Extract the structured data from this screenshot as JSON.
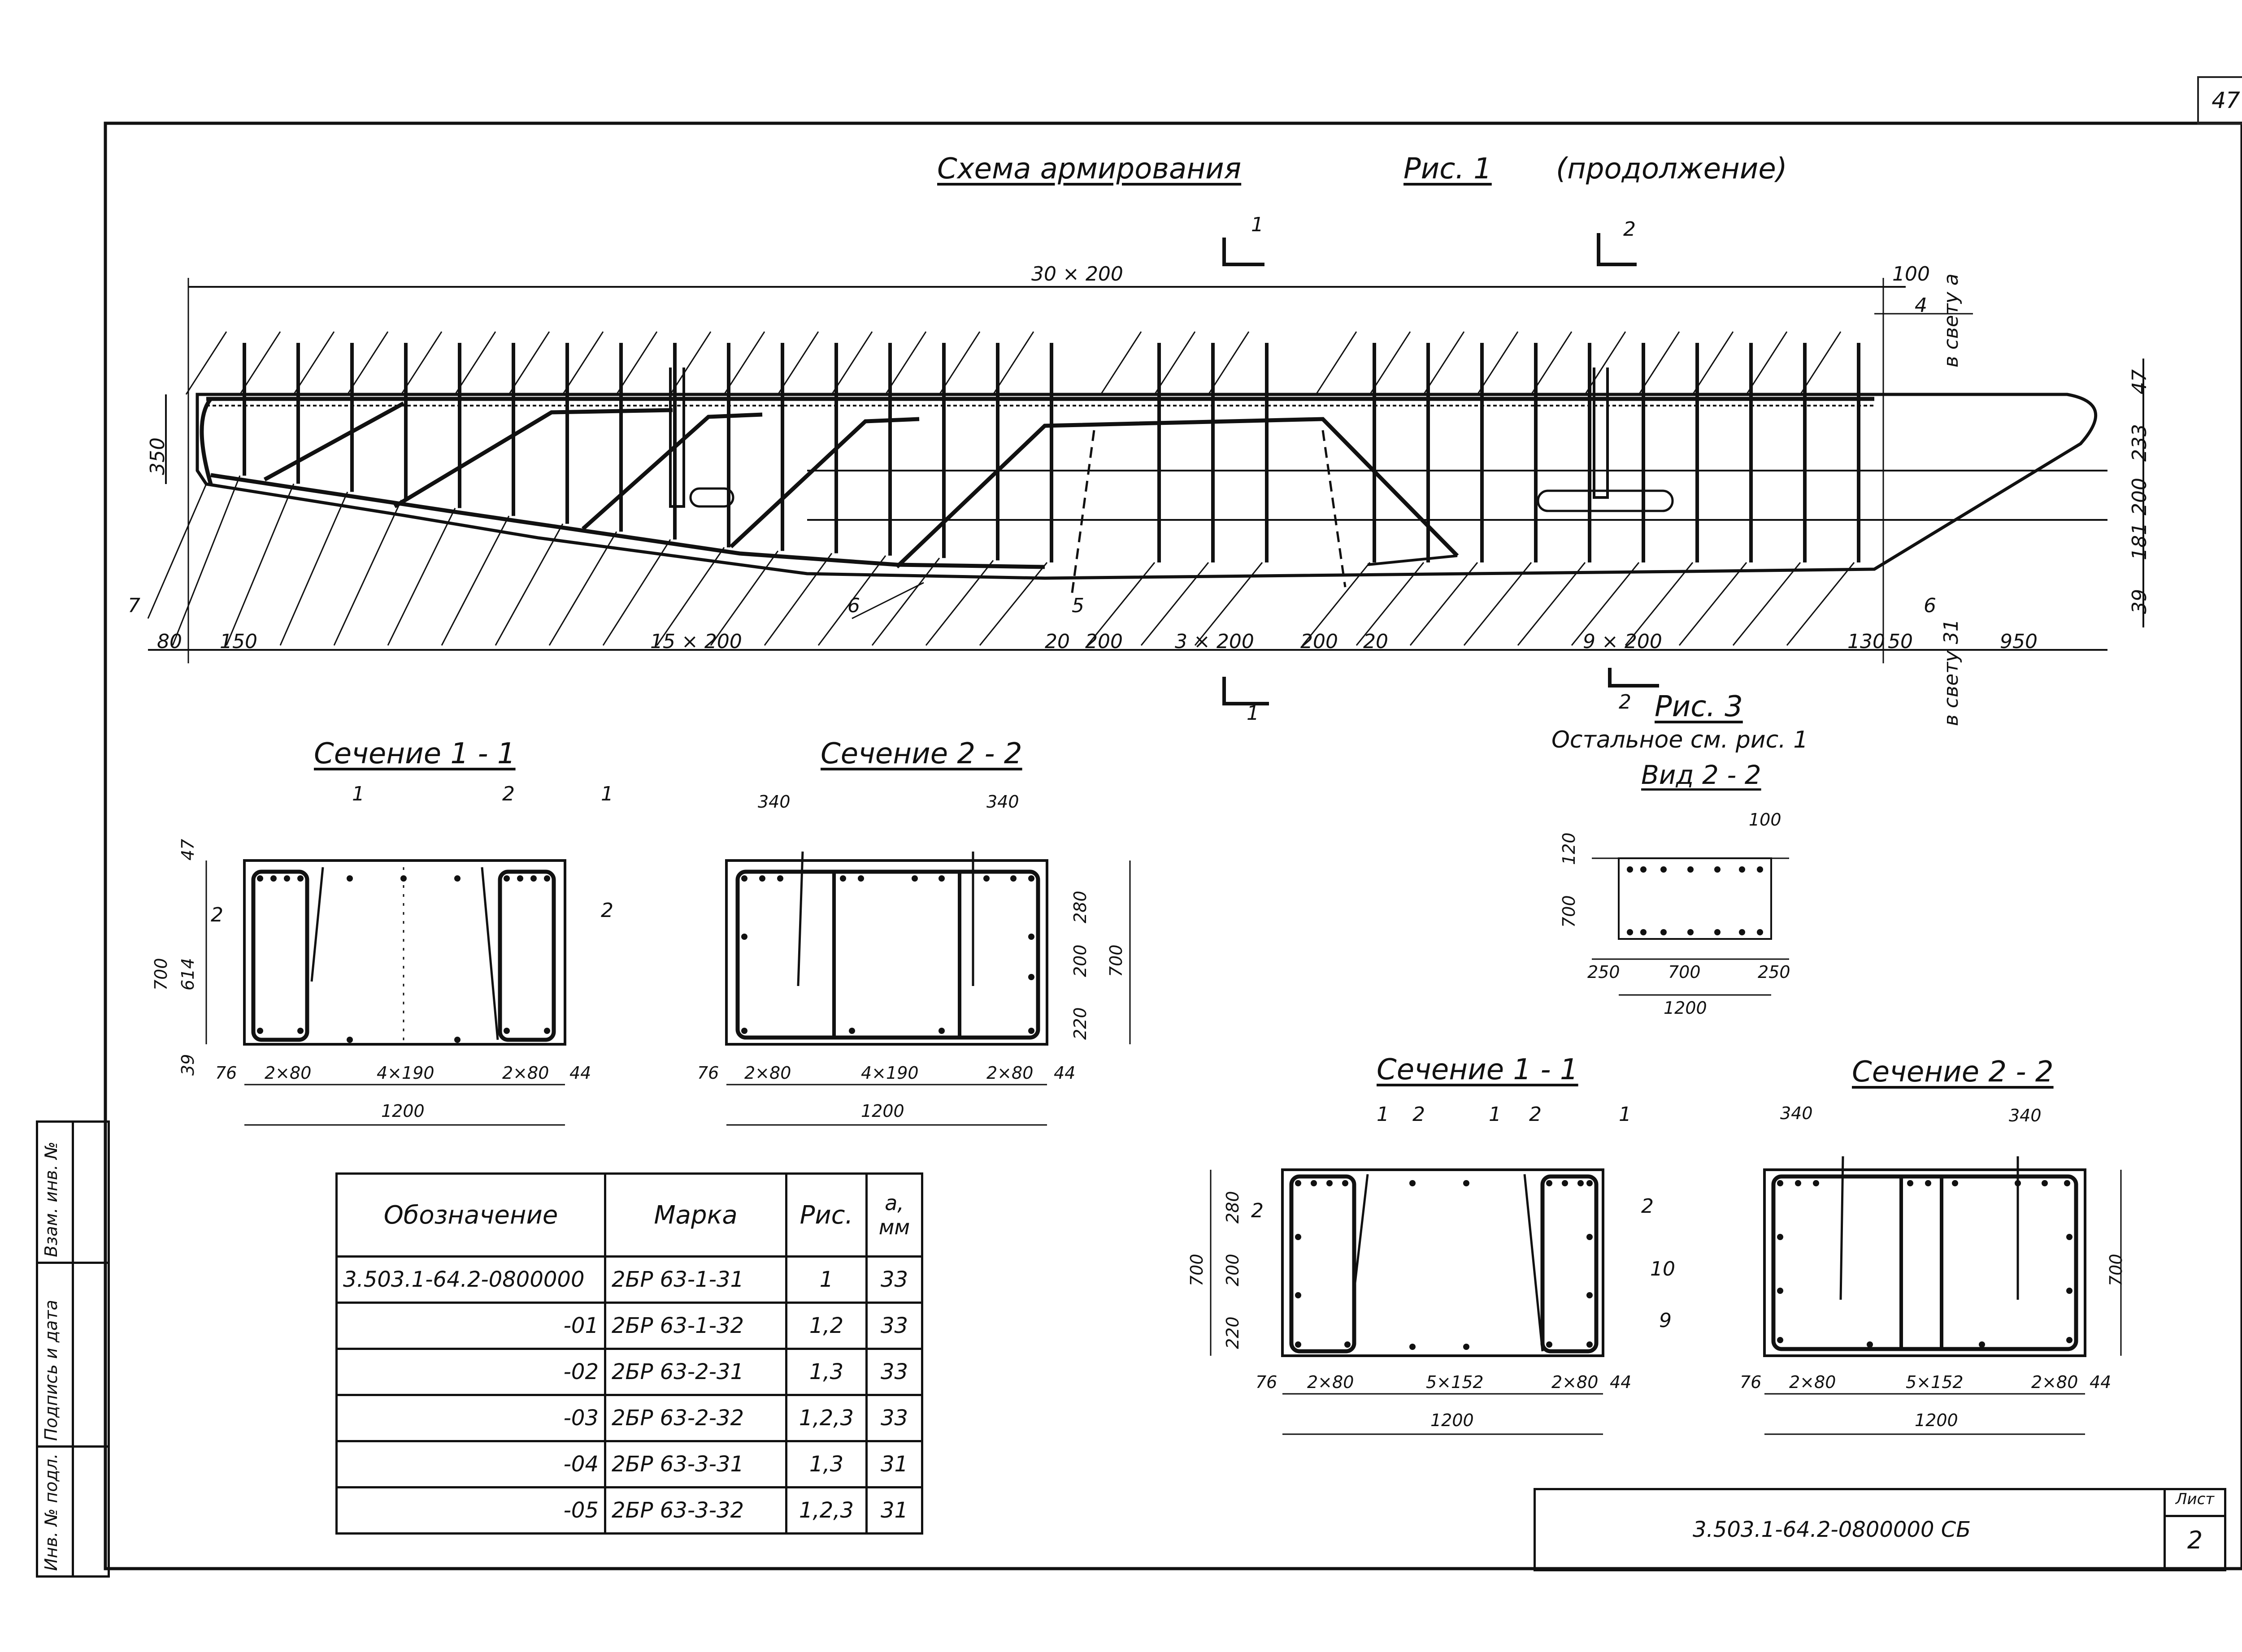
{
  "sheet_corner_number": "47",
  "main_title": {
    "scheme": "Схема армирования",
    "fig": "Рис. 1",
    "cont": "(продолжение)"
  },
  "elevation": {
    "dims_top": [
      "30 × 200",
      "100"
    ],
    "dims_bottom": [
      "80",
      "150",
      "15 × 200",
      "20",
      "200",
      "3 × 200",
      "200",
      "20",
      "9 × 200",
      "130",
      "50",
      "950"
    ],
    "dims_right": [
      "47",
      "233",
      "200",
      "181",
      "39"
    ],
    "dim_left": "350",
    "cut_marks": [
      "1",
      "2",
      "1",
      "2"
    ],
    "labels": [
      "7",
      "6",
      "5",
      "6",
      "4"
    ],
    "clear_a": "в свету а",
    "clear_31": "в свету 31"
  },
  "fig3": {
    "title": "Рис. 3",
    "note": "Остальное см. рис. 1",
    "view": "Вид 2 - 2",
    "dims": [
      "120",
      "100",
      "700",
      "250",
      "700",
      "250",
      "1200"
    ]
  },
  "sec11_a": {
    "title": "Сечение 1 - 1",
    "callouts": [
      "1",
      "2",
      "1",
      "2",
      "2"
    ],
    "dims_left": [
      "47",
      "614",
      "700",
      "39"
    ],
    "dims_bottom": [
      "76",
      "2×80",
      "4×190",
      "2×80",
      "44",
      "1200"
    ]
  },
  "sec22_a": {
    "title": "Сечение 2 - 2",
    "dims_top": [
      "340",
      "340"
    ],
    "dims_right": [
      "280",
      "200",
      "220",
      "700"
    ],
    "dims_bottom": [
      "76",
      "2×80",
      "4×190",
      "2×80",
      "44",
      "1200"
    ]
  },
  "sec11_b": {
    "title": "Сечение 1 - 1",
    "callouts": [
      "1",
      "2",
      "1",
      "2",
      "1",
      "2",
      "10",
      "9",
      "2"
    ],
    "dims_left": [
      "280",
      "200",
      "220",
      "700"
    ],
    "dims_bottom": [
      "76",
      "2×80",
      "5×152",
      "2×80",
      "44",
      "1200"
    ]
  },
  "sec22_b": {
    "title": "Сечение 2 - 2",
    "dims_top": [
      "340",
      "340"
    ],
    "dims_right": [
      "700"
    ],
    "dims_bottom": [
      "76",
      "2×80",
      "5×152",
      "2×80",
      "44",
      "1200"
    ]
  },
  "spec_table": {
    "headers": [
      "Обозначение",
      "Марка",
      "Рис.",
      "а, мм"
    ],
    "rows": [
      [
        "3.503.1-64.2-0800000",
        "2БР 63-1-31",
        "1",
        "33"
      ],
      [
        "-01",
        "2БР 63-1-32",
        "1,2",
        "33"
      ],
      [
        "-02",
        "2БР 63-2-31",
        "1,3",
        "33"
      ],
      [
        "-03",
        "2БР 63-2-32",
        "1,2,3",
        "33"
      ],
      [
        "-04",
        "2БР 63-3-31",
        "1,3",
        "31"
      ],
      [
        "-05",
        "2БР 63-3-32",
        "1,2,3",
        "31"
      ]
    ]
  },
  "stamp": {
    "code": "3.503.1-64.2-0800000 СБ",
    "sheet_label": "Лист",
    "sheet_no": "2"
  },
  "left_strip": [
    "Инв. № подл.",
    "Подпись и дата",
    "Взам. инв. №"
  ]
}
